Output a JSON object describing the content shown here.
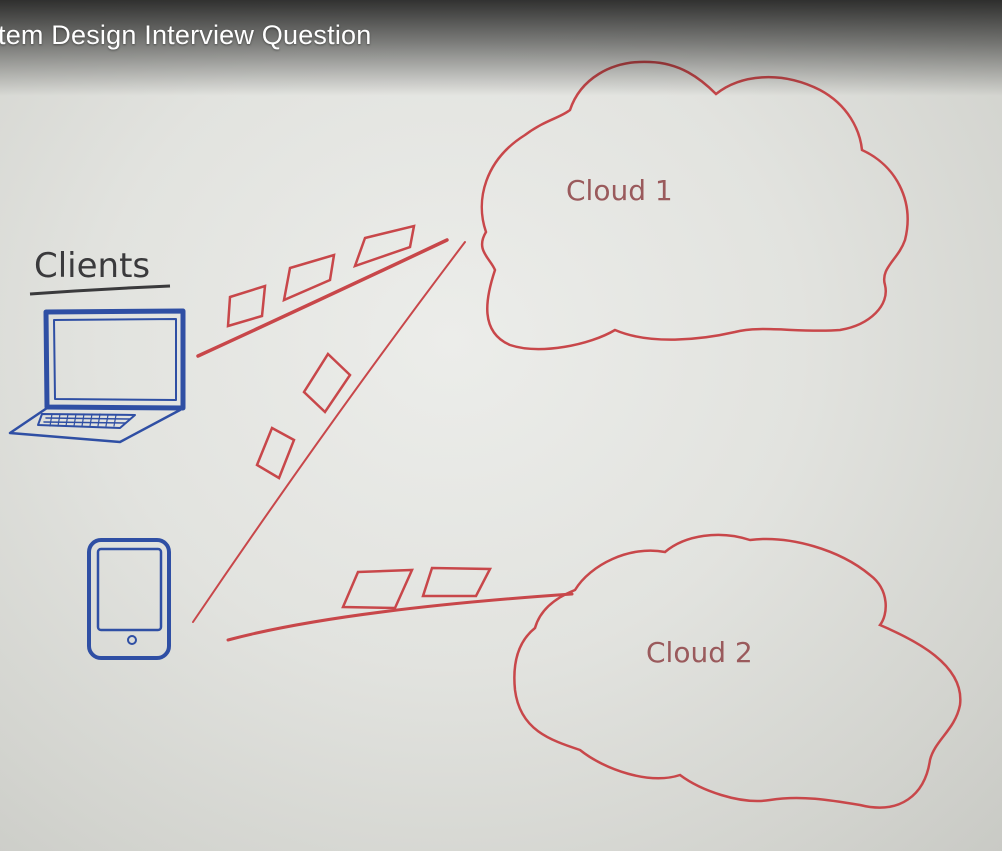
{
  "video": {
    "title": "tem Design Interview Question"
  },
  "whiteboard": {
    "clients_label": "Clients",
    "cloud1_label": "Cloud 1",
    "cloud2_label": "Cloud 2"
  },
  "colors": {
    "marker_red": "#c8474a",
    "marker_blue": "#2f4fa4",
    "cloud_label": "#9a5a5c"
  }
}
